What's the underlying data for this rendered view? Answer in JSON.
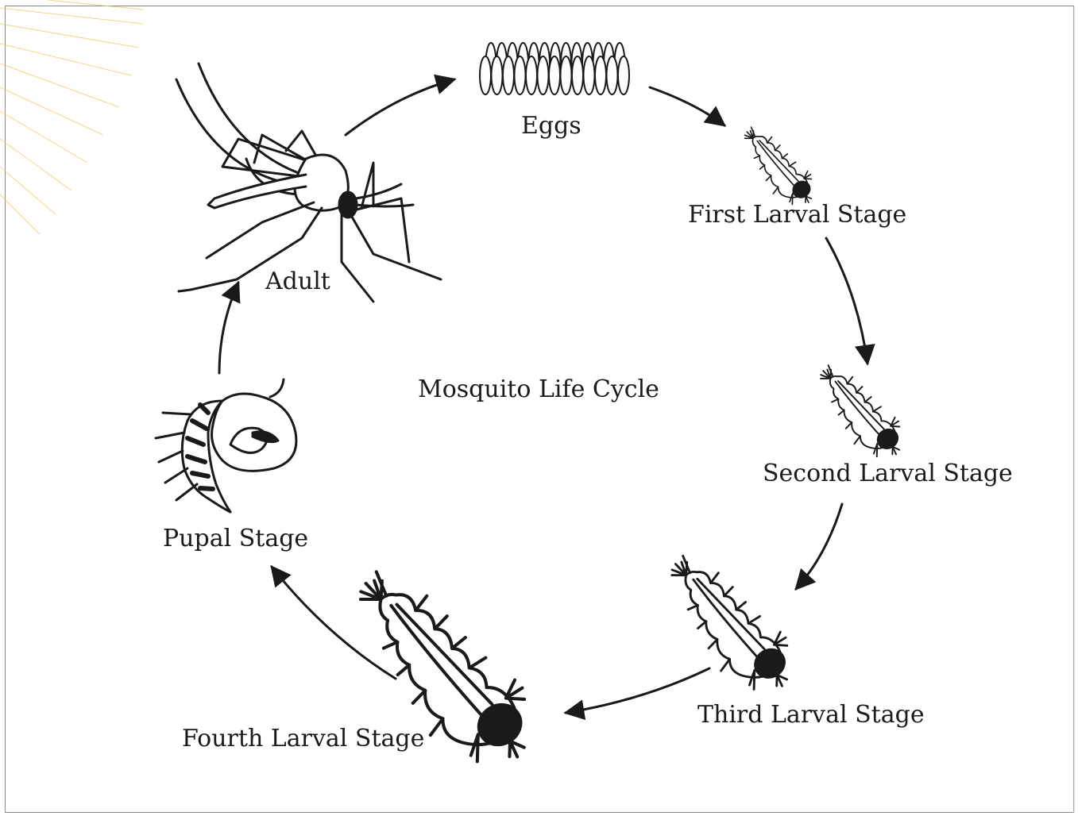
{
  "title": "Mosquito Life Cycle",
  "stages": {
    "eggs": "Eggs",
    "first_larval": "First Larval Stage",
    "second_larval": "Second Larval Stage",
    "third_larval": "Third Larval Stage",
    "fourth_larval": "Fourth Larval Stage",
    "pupal": "Pupal Stage",
    "adult": "Adult"
  },
  "colors": {
    "ink": "#1a1a1a",
    "background": "#ffffff",
    "corner_rays": "#f2c75c",
    "frame": "#8a8a8a"
  }
}
